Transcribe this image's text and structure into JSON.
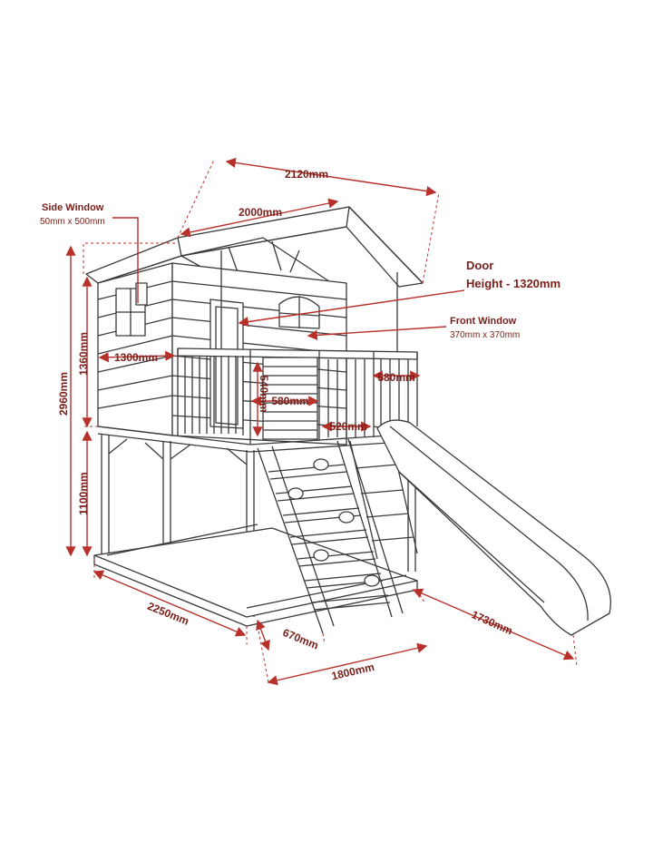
{
  "colors": {
    "dimension": "#b8302a",
    "line": "#3a3a3a",
    "text": "#7a1f1a",
    "background": "#ffffff"
  },
  "labels": {
    "side_window": {
      "title": "Side Window",
      "size": "50mm x 500mm"
    },
    "door": {
      "title": "Door",
      "height": "Height - 1320mm"
    },
    "front_window": {
      "title": "Front Window",
      "size": "370mm x  370mm"
    }
  },
  "dimensions": {
    "roof_width": "2120mm",
    "roof_inner_width": "2000mm",
    "total_height": "2960mm",
    "upper_height": "1360mm",
    "lower_height": "1100mm",
    "side_wall_depth": "1300mm",
    "railing_height": "540mm",
    "balcony_depth_left": "580mm",
    "balcony_depth_right": "580mm",
    "door_opening": "520mm",
    "base_depth": "2250mm",
    "ladder_width": "670mm",
    "base_width": "1800mm",
    "slide_length": "1730mm"
  }
}
